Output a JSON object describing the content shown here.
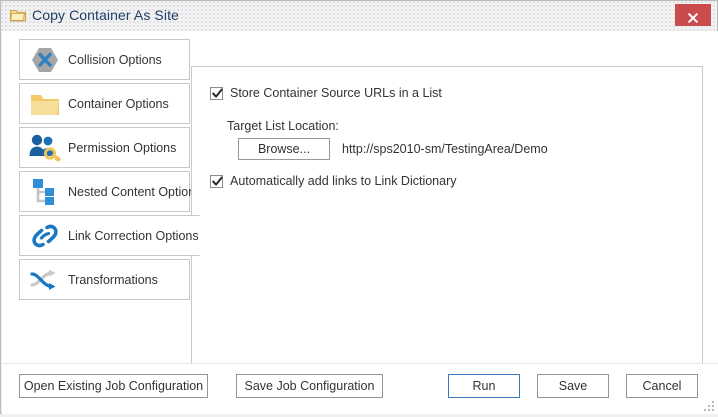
{
  "window": {
    "title": "Copy Container As Site",
    "title_icon": "folder-icon",
    "close_label": "✕",
    "close_color": "#ca4b4b"
  },
  "tabs": [
    {
      "id": "collision",
      "label": "Collision Options",
      "icon": "collision-x-icon",
      "selected": false
    },
    {
      "id": "container",
      "label": "Container Options",
      "icon": "folder-icon",
      "selected": false
    },
    {
      "id": "permission",
      "label": "Permission Options",
      "icon": "users-key-icon",
      "selected": false
    },
    {
      "id": "nested",
      "label": "Nested Content Options",
      "icon": "tree-nodes-icon",
      "selected": false
    },
    {
      "id": "link",
      "label": "Link Correction Options",
      "icon": "chain-link-icon",
      "selected": true
    },
    {
      "id": "transformations",
      "label": "Transformations",
      "icon": "crossing-arrows-icon",
      "selected": false
    }
  ],
  "panel": {
    "store_urls": {
      "label": "Store Container Source URLs in a List",
      "checked": true
    },
    "target_list_location_label": "Target List Location:",
    "browse_button_label": "Browse...",
    "target_url": "http://sps2010-sm/TestingArea/Demo",
    "auto_add_links": {
      "label": "Automatically add links to Link Dictionary",
      "checked": true
    }
  },
  "footer": {
    "open_existing_label": "Open Existing Job Configuration",
    "save_job_label": "Save Job Configuration",
    "run_label": "Run",
    "save_label": "Save",
    "cancel_label": "Cancel",
    "focus_accent": "#3a7cbe"
  }
}
